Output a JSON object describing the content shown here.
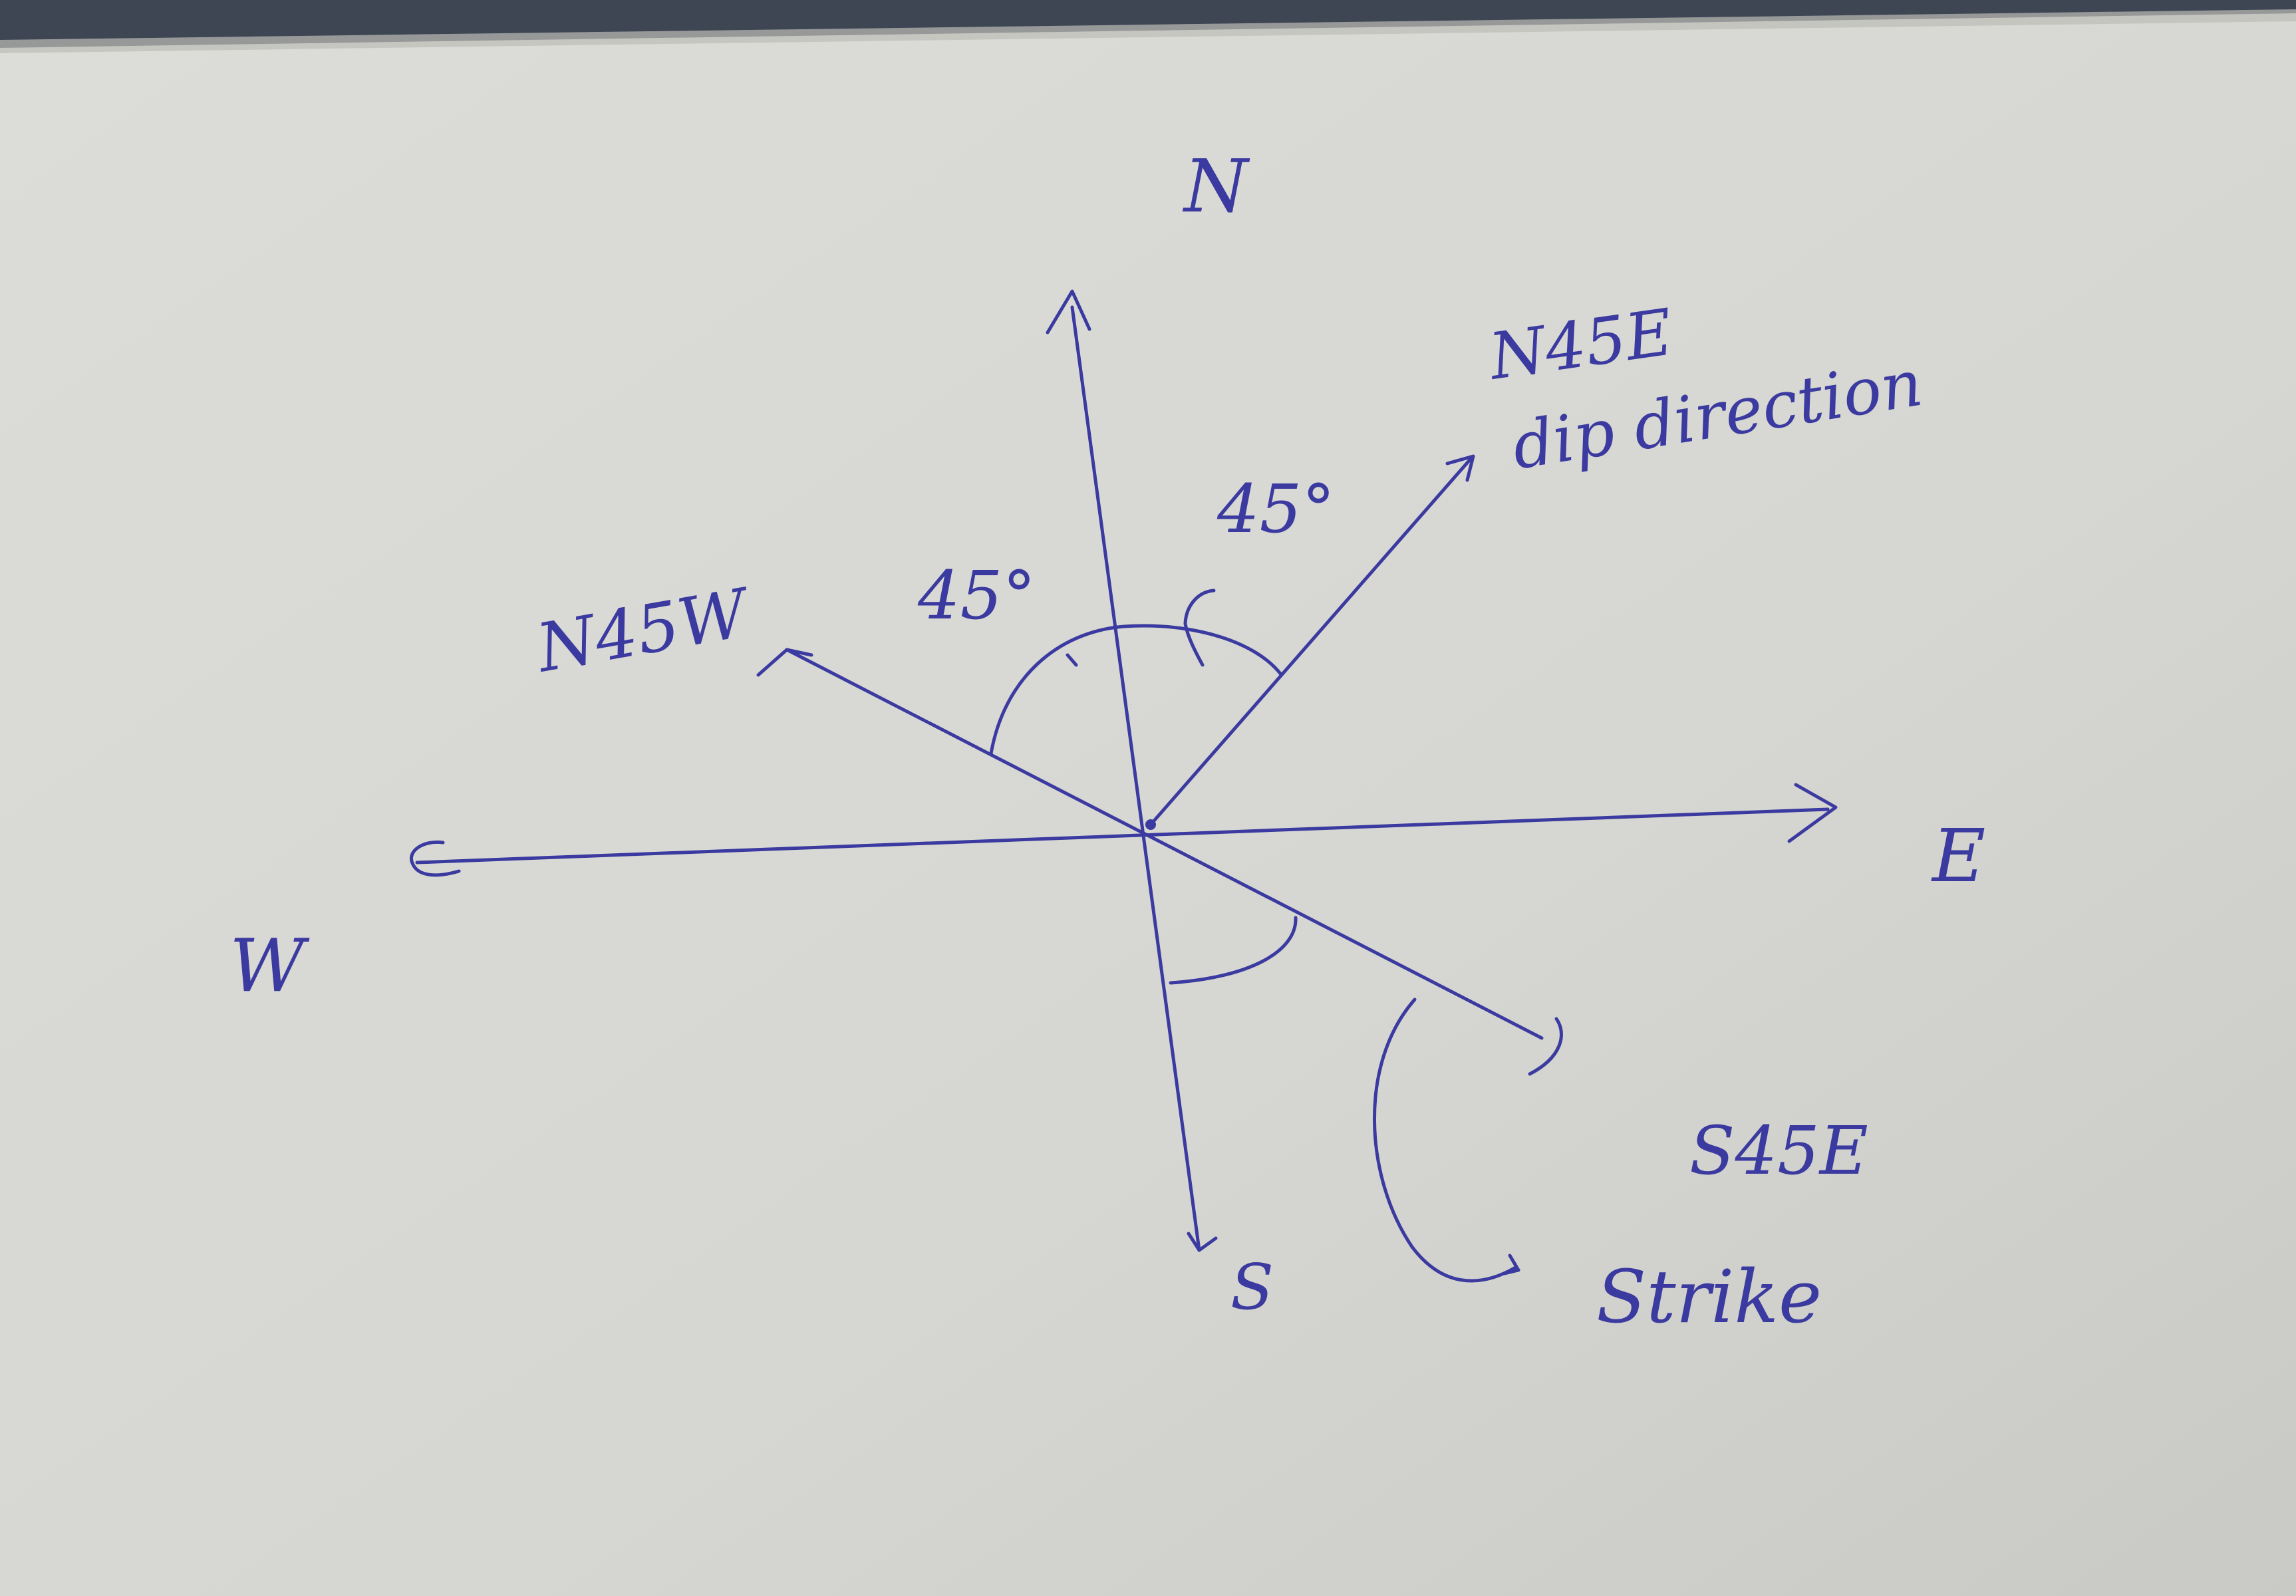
{
  "diagram": {
    "ink_color": "#3b3aa0",
    "paper_color": "#d8d8d4",
    "labels": {
      "north": "N",
      "south": "S",
      "east": "E",
      "west": "W",
      "ne_bearing": "N45E",
      "dip_direction": "dip direction",
      "nw_bearing": "N45W",
      "se_bearing": "S45E",
      "strike": "Strike",
      "angle_left": "45°",
      "angle_right": "45°"
    }
  }
}
